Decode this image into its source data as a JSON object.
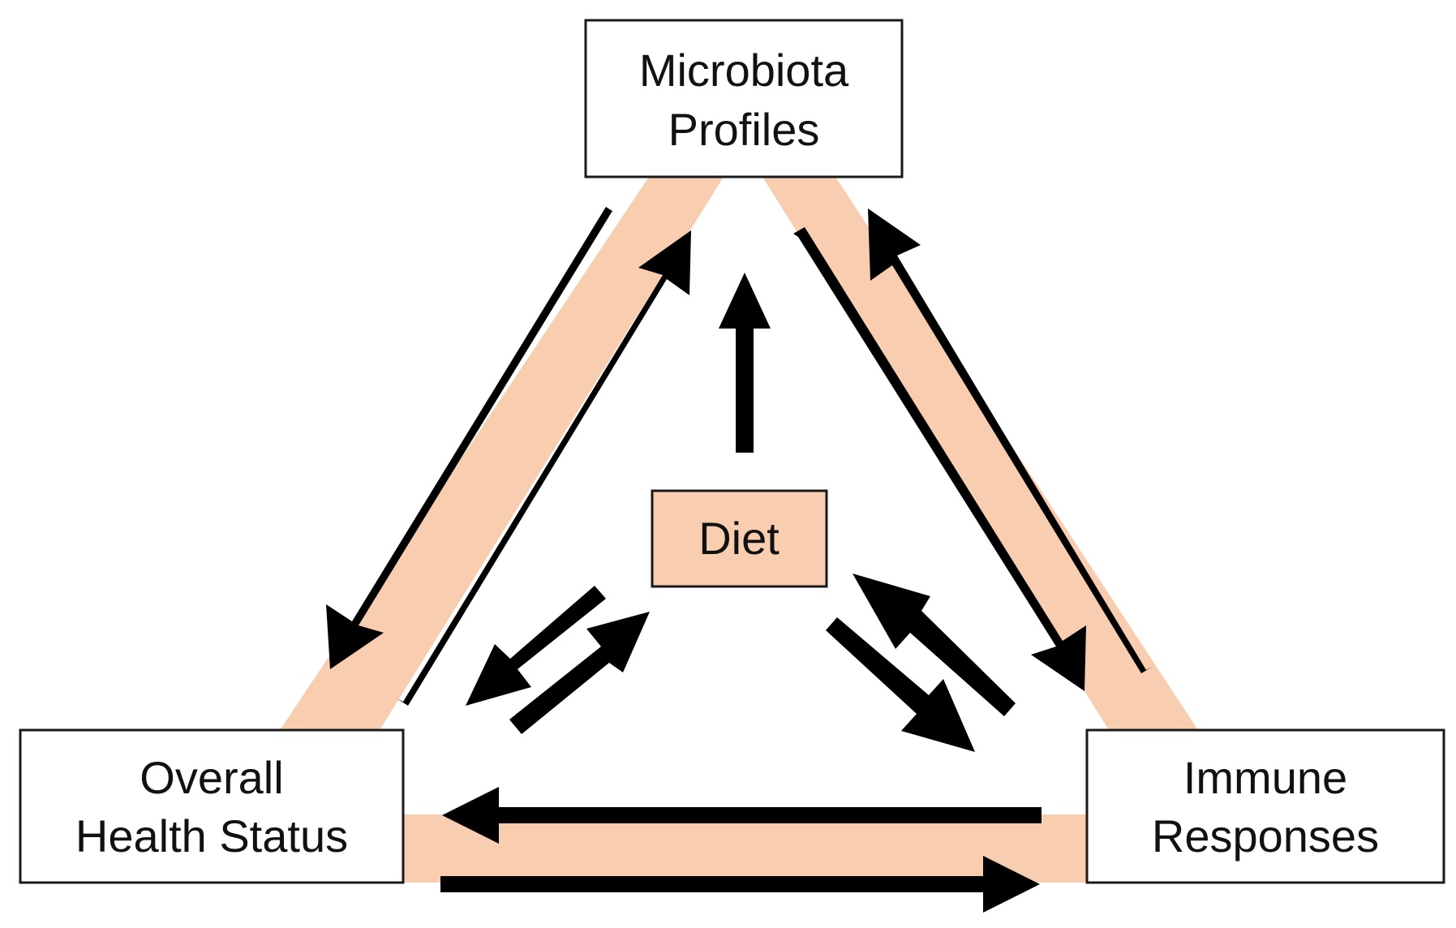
{
  "diagram": {
    "nodes": {
      "microbiota": {
        "line1": "Microbiota",
        "line2": "Profiles"
      },
      "health": {
        "line1": "Overall",
        "line2": "Health Status"
      },
      "immune": {
        "line1": "Immune",
        "line2": "Responses"
      },
      "diet": {
        "label": "Diet"
      }
    },
    "colors": {
      "band": "#f8cdb0",
      "box_fill": "#ffffff",
      "box_stroke": "#1a1a1a",
      "arrow": "#000000"
    }
  }
}
